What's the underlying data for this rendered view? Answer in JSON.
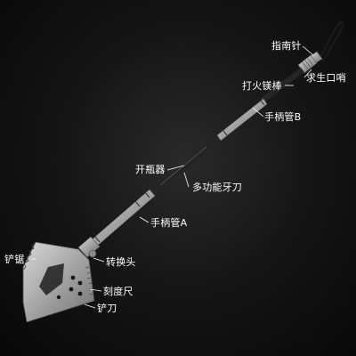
{
  "labels": {
    "compass": "指南针",
    "whistle": "求生口哨",
    "fire_starter": "打火镁棒",
    "handle_tube_b": "手柄管B",
    "bottle_opener": "开瓶器",
    "multi_knife": "多功能牙刀",
    "handle_tube_a": "手柄管A",
    "saw": "铲锯",
    "adapter": "转换头",
    "ruler": "刻度尺",
    "blade": "铲刀"
  },
  "colors": {
    "background": "#141414",
    "label_text": "#ffffff",
    "leader_line": "#ffffff",
    "metal_light": "#c9c9c9",
    "metal_mid": "#9a9a9a",
    "metal_dark": "#4a4a4a"
  }
}
